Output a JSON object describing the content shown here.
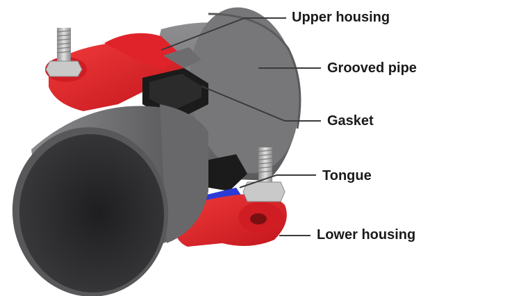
{
  "labels": {
    "upper_housing": "Upper housing",
    "grooved_pipe": "Grooved pipe",
    "gasket": "Gasket",
    "tongue": "Tongue",
    "lower_housing": "Lower housing"
  },
  "colors": {
    "housing_red": "#e0232b",
    "pipe_gray": "#6f6f72",
    "gasket_black": "#1b1b1b",
    "tongue_blue": "#2a3bd6",
    "bolt_silver": "#b9b9b9",
    "leader_line": "#3a3a3a"
  }
}
